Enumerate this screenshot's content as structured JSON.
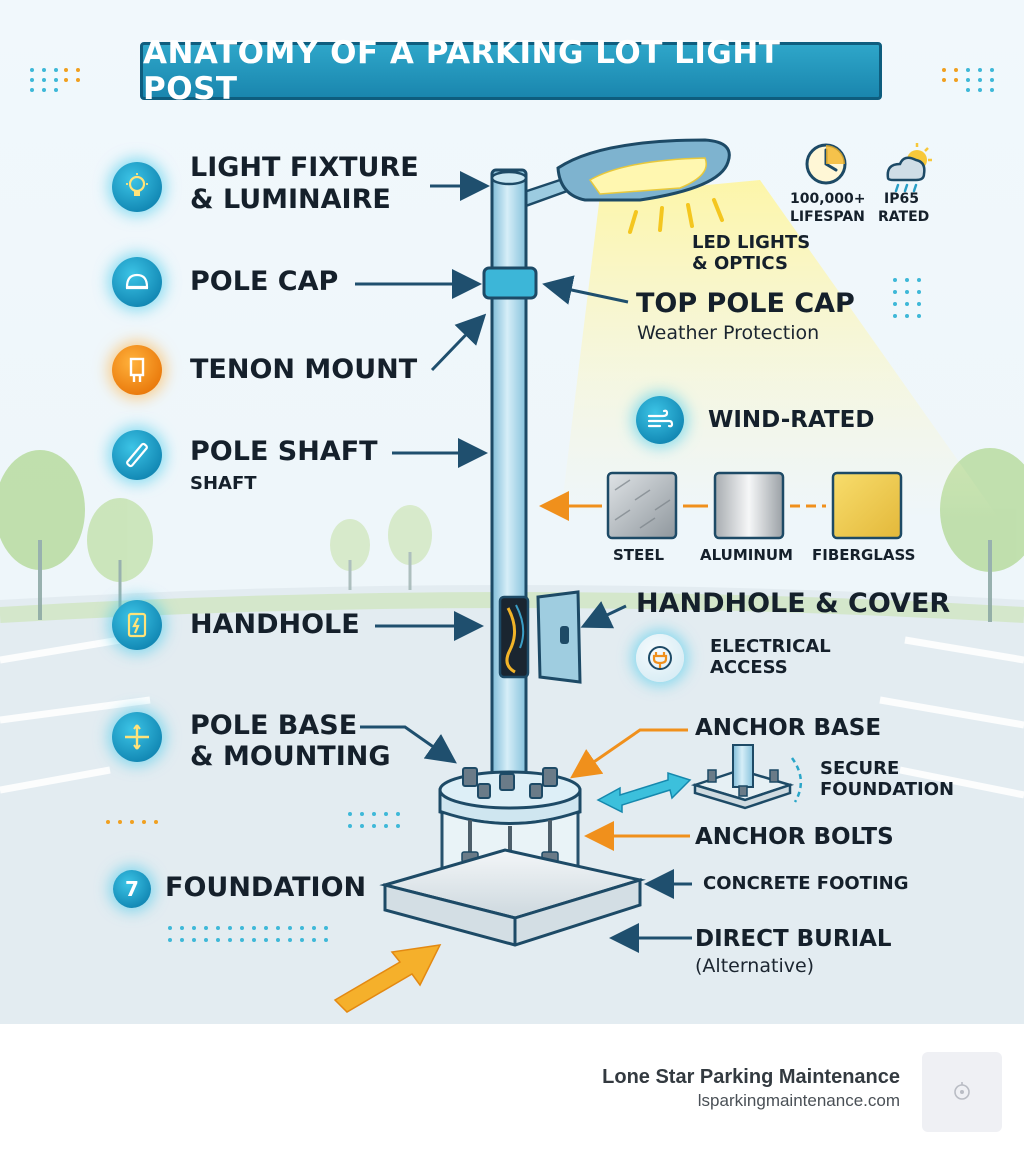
{
  "title": "ANATOMY OF A PARKING LOT LIGHT POST",
  "left_labels": {
    "light_fixture": [
      "LIGHT FIXTURE",
      "& LUMINAIRE"
    ],
    "pole_cap": "POLE CAP",
    "tenon_mount": "TENON MOUNT",
    "pole_shaft": "POLE SHAFT",
    "shaft_sub": "SHAFT",
    "handhole": "HANDHOLE",
    "pole_base": [
      "POLE BASE",
      "& MOUNTING"
    ],
    "foundation_number": "7",
    "foundation": "FOUNDATION"
  },
  "right_labels": {
    "lifespan": [
      "100,000+",
      "LIFESPAN"
    ],
    "ip65": [
      "IP65",
      "RATED"
    ],
    "led": [
      "LED LIGHTS",
      "& OPTICS"
    ],
    "top_cap": "TOP POLE CAP",
    "top_cap_sub": "Weather Protection",
    "wind": "WIND-RATED",
    "materials": [
      "STEEL",
      "ALUMINUM",
      "FIBERGLASS"
    ],
    "handhole_cover": "HANDHOLE & COVER",
    "electrical": [
      "ELECTRICAL",
      "ACCESS"
    ],
    "anchor_base": "ANCHOR BASE",
    "secure": [
      "SECURE",
      "FOUNDATION"
    ],
    "anchor_bolts": "ANCHOR BOLTS",
    "concrete": "CONCRETE FOOTING",
    "direct_burial": "DIRECT BURIAL",
    "direct_burial_sub": "(Alternative)"
  },
  "footer": {
    "company": "Lone Star Parking Maintenance",
    "url": "lsparkingmaintenance.com"
  },
  "colors": {
    "banner": "#1f8fb8",
    "banner_border": "#0e5d7e",
    "badge_blue": "#1a98c4",
    "badge_orange": "#f08c1e",
    "arrow_blue": "#1f4f6e",
    "arrow_orange": "#f0901c",
    "pole": "#a9d6ea",
    "pole_outline": "#1d4a66",
    "light_glow": "#fff4a8"
  },
  "icons": {
    "light_fixture": "lightbulb-icon",
    "pole_cap": "dome-icon",
    "tenon_mount": "tenon-icon",
    "pole_shaft": "shaft-icon",
    "handhole": "electric-panel-icon",
    "pole_base": "crosshair-icon",
    "lifespan": "clock-icon",
    "ip65": "weather-icon",
    "wind": "wind-icon",
    "electrical": "plug-icon"
  }
}
